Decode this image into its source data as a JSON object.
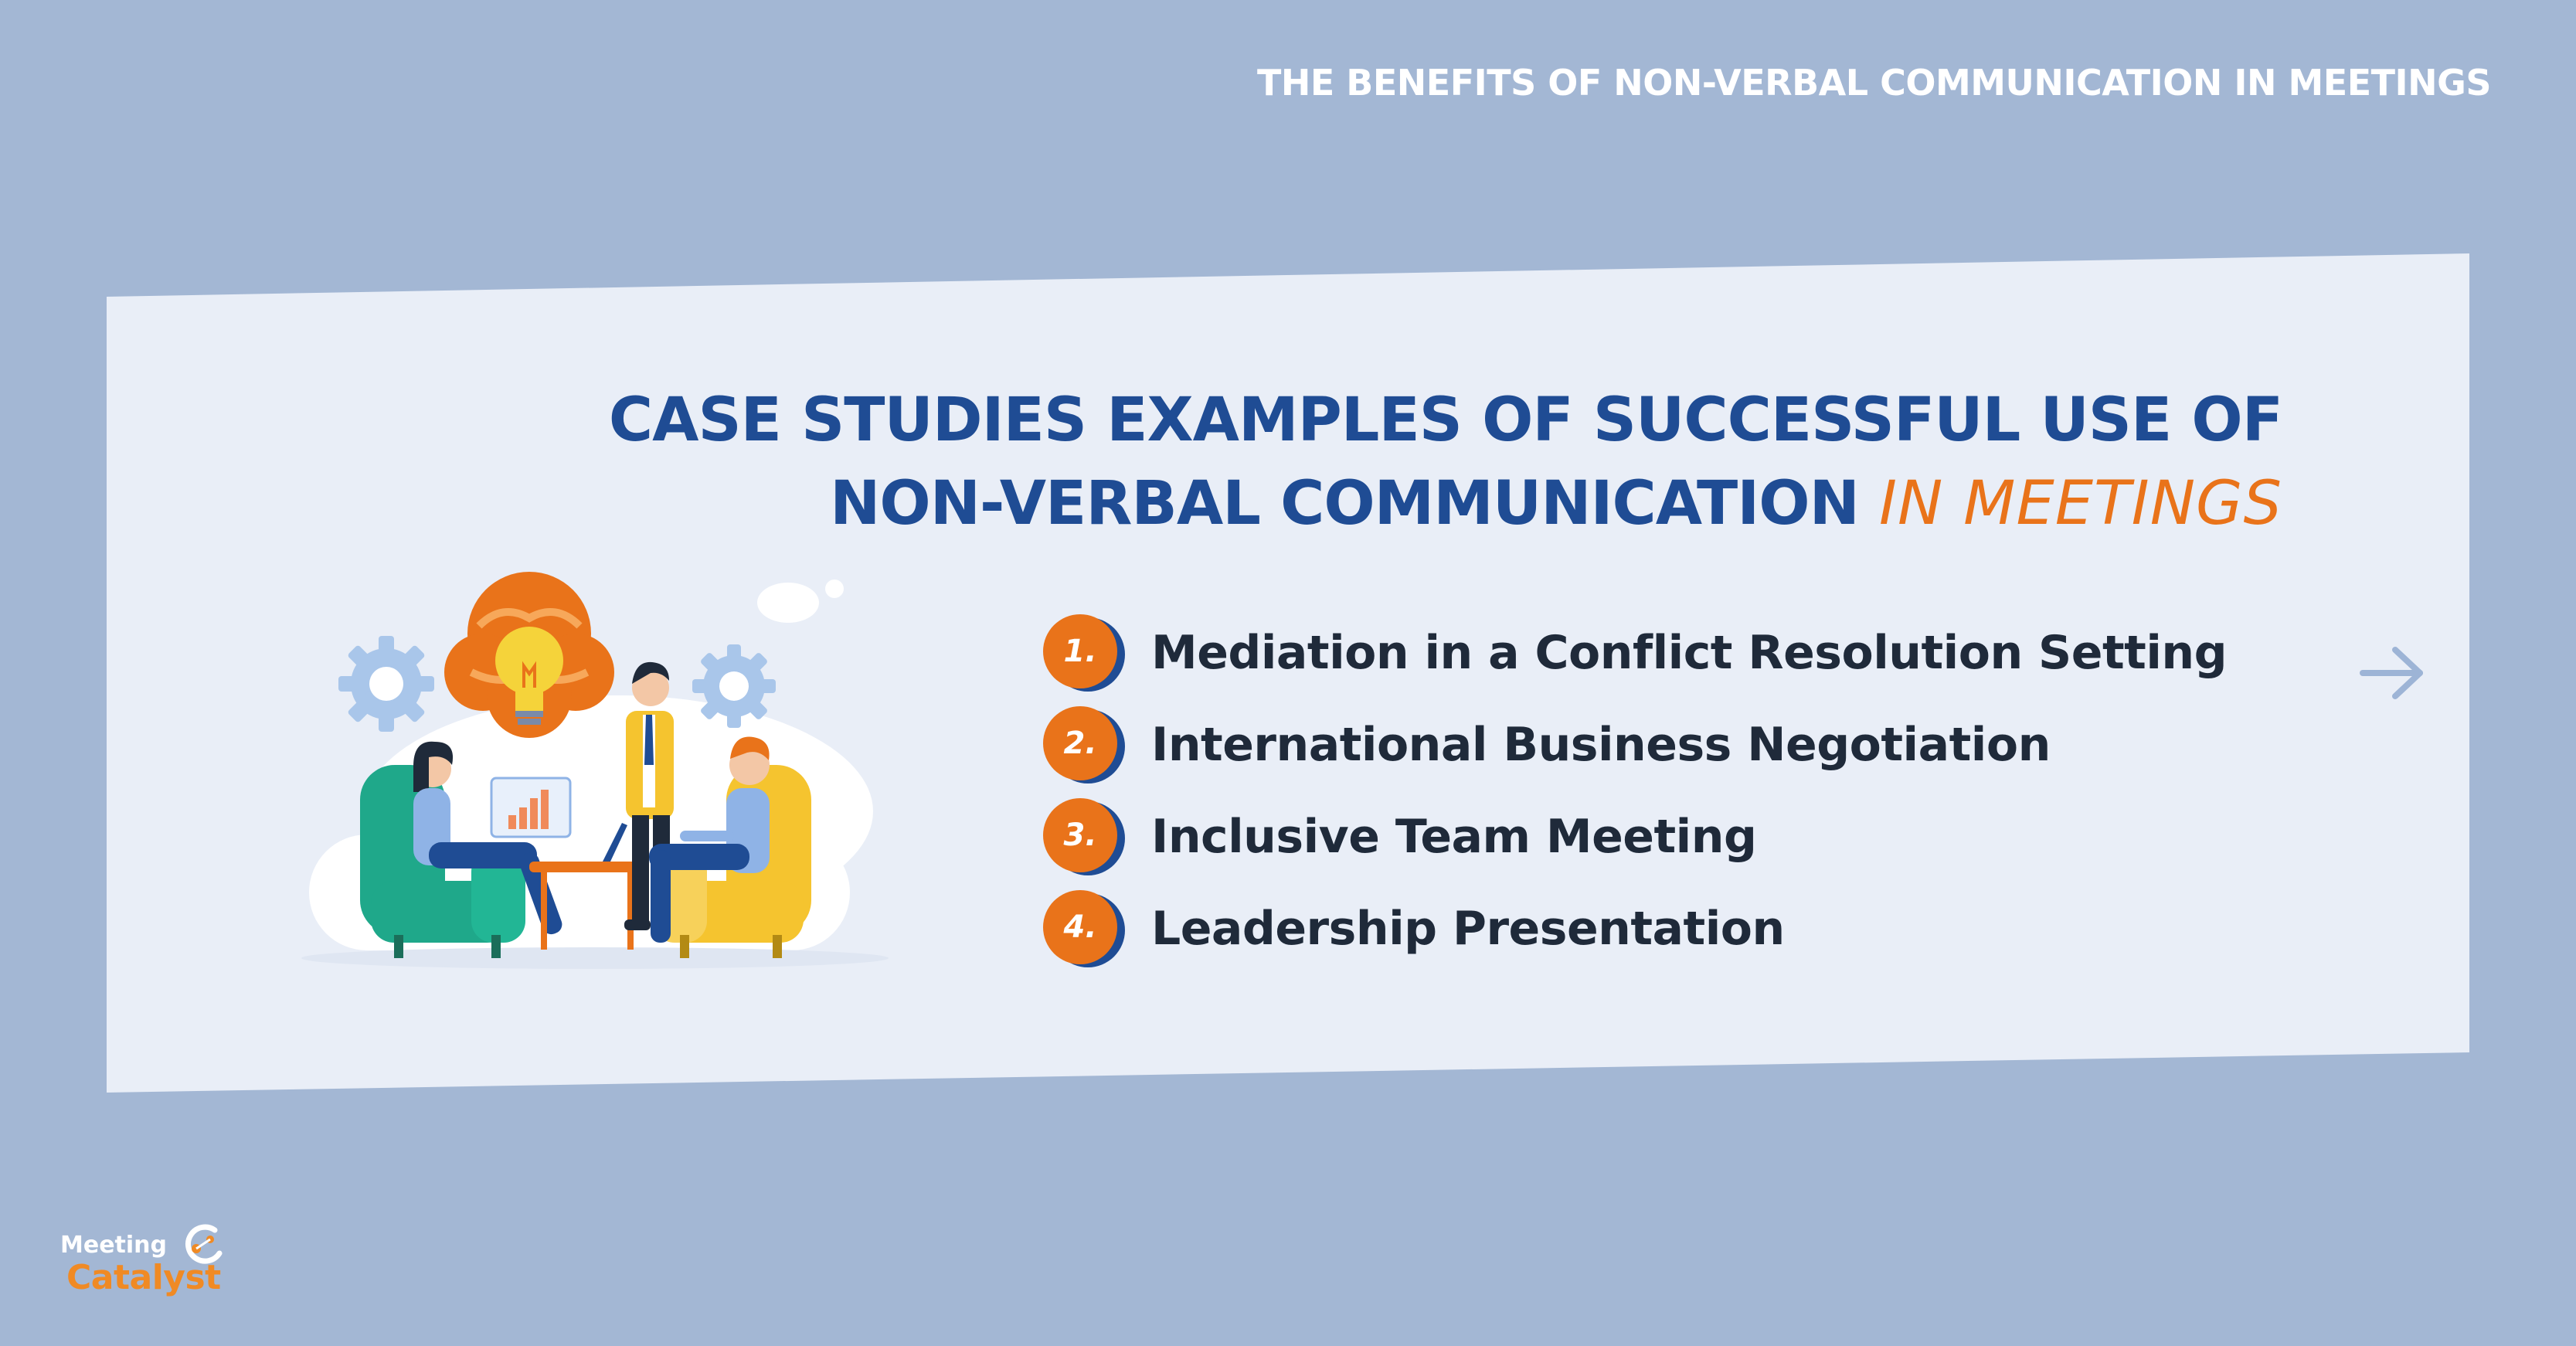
{
  "header": {
    "title": "THE BENEFITS OF NON-VERBAL COMMUNICATION IN MEETINGS"
  },
  "headline": {
    "line1": "CASE STUDIES EXAMPLES OF SUCCESSFUL USE OF",
    "line2": "NON-VERBAL COMMUNICATION",
    "accent": "IN MEETINGS"
  },
  "list": {
    "items": [
      {
        "number": "1.",
        "label": "Mediation in a Conflict Resolution Setting"
      },
      {
        "number": "2.",
        "label": "International Business Negotiation"
      },
      {
        "number": "3.",
        "label": "Inclusive Team Meeting"
      },
      {
        "number": "4.",
        "label": "Leadership Presentation"
      }
    ]
  },
  "navigation": {
    "next_icon": "arrow-right-icon"
  },
  "logo": {
    "line1": "Meeting",
    "line2": "Catalyst"
  },
  "colors": {
    "background": "#a3b7d4",
    "panel": "#e9eef7",
    "headline_blue": "#1f4c94",
    "accent_orange": "#e9731a",
    "text_dark": "#1f2a3a"
  }
}
